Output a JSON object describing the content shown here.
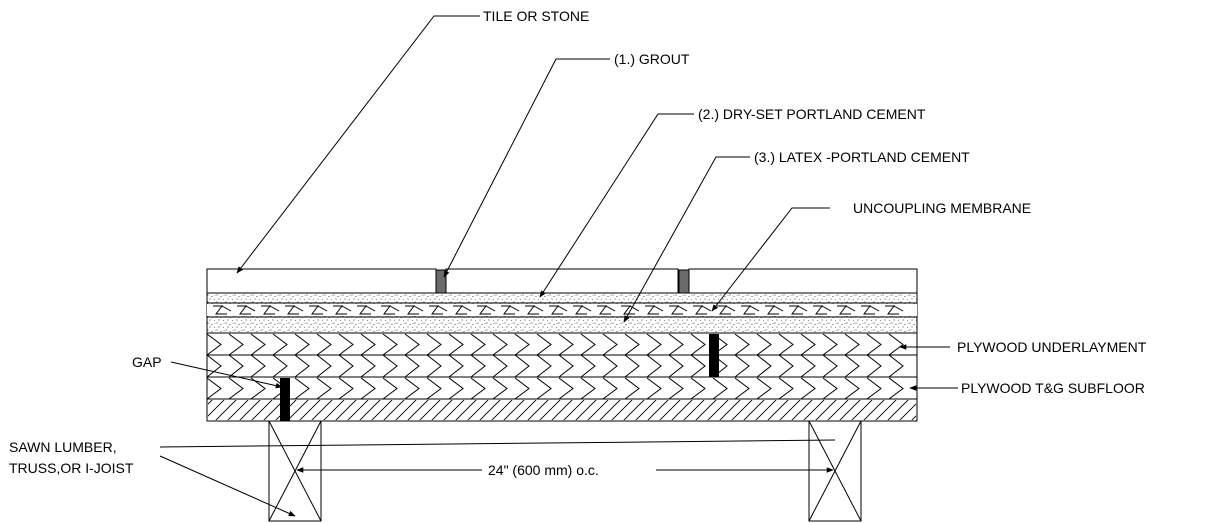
{
  "labels": {
    "tile": "TILE OR STONE",
    "grout": "(1.) GROUT",
    "dryset": "(2.) DRY-SET PORTLAND CEMENT",
    "latex": "(3.) LATEX -PORTLAND CEMENT",
    "membrane": "UNCOUPLING MEMBRANE",
    "underlayment": "PLYWOOD UNDERLAYMENT",
    "subfloor": "PLYWOOD T&G SUBFLOOR",
    "gap": "GAP",
    "joist_line1": "SAWN LUMBER,",
    "joist_line2": "TRUSS,OR I-JOIST",
    "spacing": "24\" (600 mm) o.c."
  },
  "colors": {
    "line": "#000000",
    "grout": "#6b6b6b",
    "gap": "#000000",
    "background": "#ffffff"
  }
}
